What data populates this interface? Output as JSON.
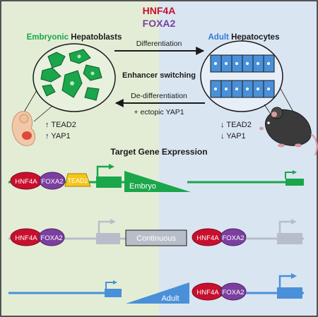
{
  "header": {
    "factor1": "HNF4A",
    "factor2": "FOXA2"
  },
  "left_panel": {
    "title_accent": "Embryonic",
    "title_rest": " Hepatoblasts",
    "markers": [
      "↑ TEAD2",
      "↑ YAP1"
    ]
  },
  "right_panel": {
    "title_accent": "Adult",
    "title_rest": " Hepatocytes",
    "markers": [
      "↓ TEAD2",
      "↓ YAP1"
    ]
  },
  "center": {
    "differentiation": "Differentiation",
    "enhancer_switching": "Enhancer switching",
    "dedifferentiation": "De-differentiation",
    "ectopic": "+ ectopic YAP1"
  },
  "section_title": "Target Gene Expression",
  "rows": {
    "embryo": {
      "tf1": "HNF4A",
      "tf2": "FOXA2",
      "tf3": "TEAD2",
      "label": "Embryo"
    },
    "continuous": {
      "tf1": "HNF4A",
      "tf2": "FOXA2",
      "label": "Continuous",
      "tf1_right": "HNF4A",
      "tf2_right": "FOXA2"
    },
    "adult": {
      "label": "Adult",
      "tf1": "HNF4A",
      "tf2": "FOXA2"
    }
  },
  "colors": {
    "left_bg": "#e3edd6",
    "right_bg": "#dae5f2",
    "hnf4a": "#c8102e",
    "foxa2": "#7b3fa0",
    "tead2": "#f5c518",
    "embryo_green": "#1aa64a",
    "continuous_gray": "#b7bec9",
    "adult_blue": "#4a90d9"
  },
  "icons": [
    "embryo-illustration",
    "mouse-illustration",
    "hepatoblast-cells",
    "hepatocyte-cells"
  ]
}
